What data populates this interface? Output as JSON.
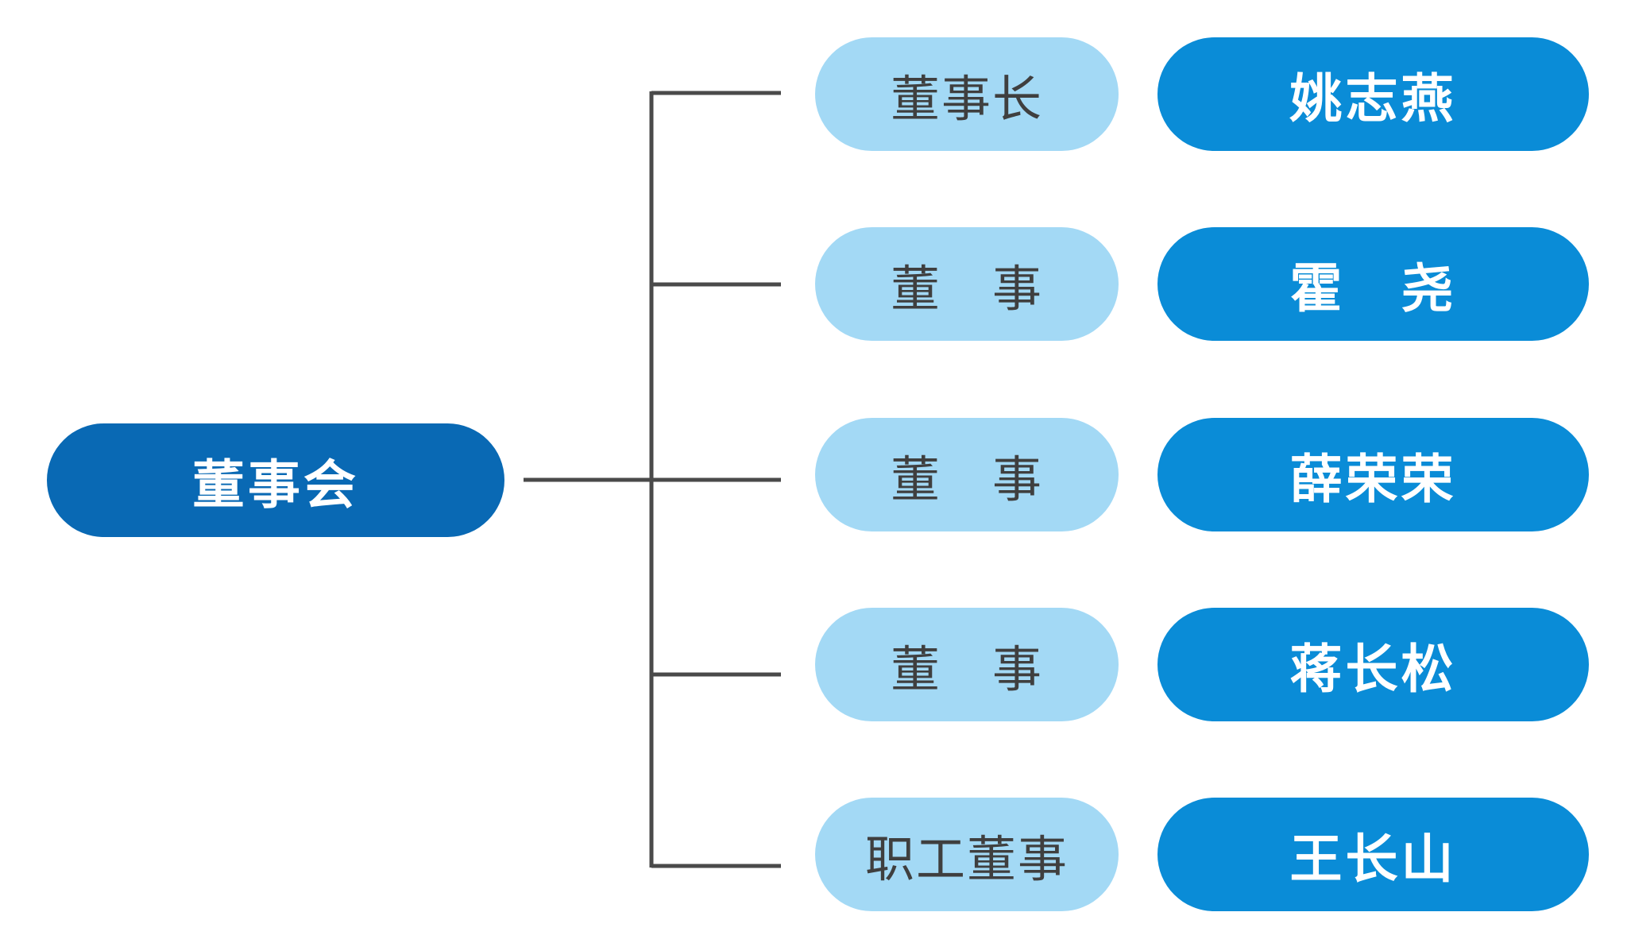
{
  "colors": {
    "root_fill": "#0969b4",
    "role_fill": "#a3d9f5",
    "name_fill": "#0a8cd7",
    "line": "#4a4a4a",
    "role_text": "#3f3f3f",
    "name_text": "#ffffff"
  },
  "root": {
    "label": "董事会"
  },
  "members": [
    {
      "role": "董事长",
      "name": "姚志燕"
    },
    {
      "role": "董　事",
      "name": "霍　尧"
    },
    {
      "role": "董　事",
      "name": "薛荣荣"
    },
    {
      "role": "董　事",
      "name": "蒋长松"
    },
    {
      "role": "职工董事",
      "name": "王长山"
    }
  ]
}
